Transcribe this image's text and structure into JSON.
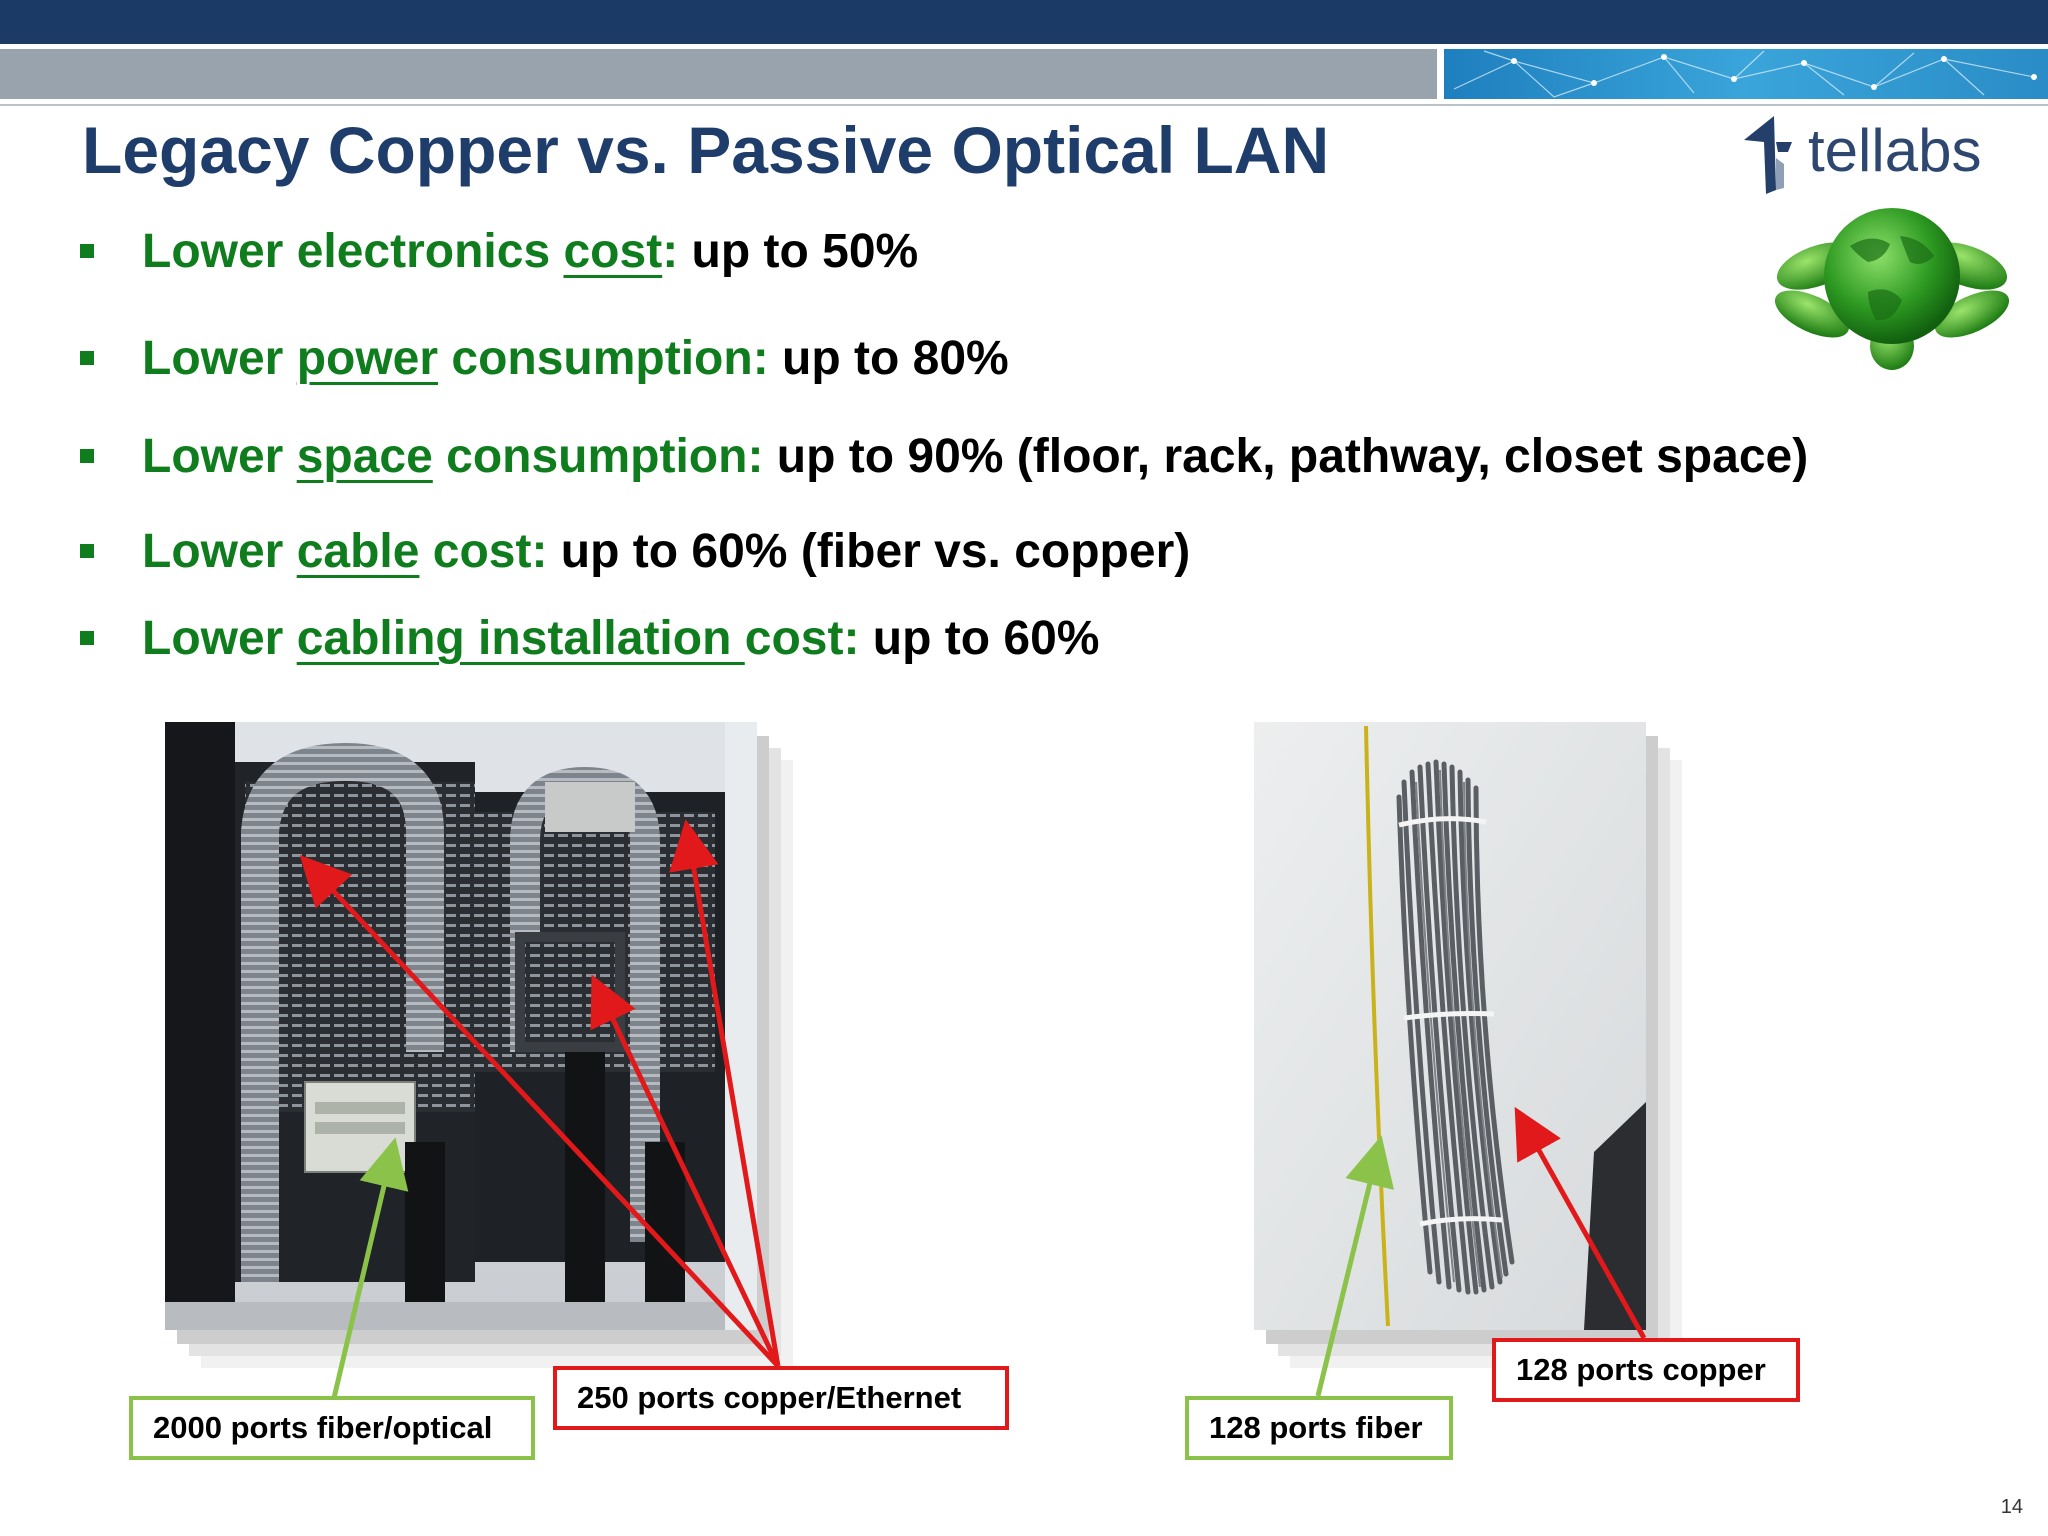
{
  "slide": {
    "title": "Legacy Copper vs. Passive Optical LAN",
    "page_number": "14"
  },
  "logo": {
    "brand": "tellabs",
    "icon": "tellabs-logo-icon",
    "globe_icon": "green-globe-leaves-icon",
    "brand_color": "#2d4770"
  },
  "bullets": [
    {
      "pre": "Lower electronics ",
      "key": "cost",
      "post": ":",
      "value": " up to 50%"
    },
    {
      "pre": "Lower ",
      "key": "power",
      "post": " consumption:",
      "value": " up to 80%"
    },
    {
      "pre": "Lower ",
      "key": "space",
      "post": " consumption:",
      "value": " up to 90% (floor, rack, pathway, closet space)"
    },
    {
      "pre": "Lower ",
      "key": "cable",
      "post": " cost:",
      "value": " up to 60% (fiber vs. copper)"
    },
    {
      "pre": "Lower ",
      "key": "cabling installation ",
      "post": "cost:",
      "value": " up to 60%"
    }
  ],
  "callouts": {
    "fiber_left": "2000 ports fiber/optical",
    "copper_left": "250 ports copper/Ethernet",
    "fiber_right": "128 ports fiber",
    "copper_right": "128 ports copper"
  },
  "colors": {
    "header_navy": "#1b3a66",
    "title_blue": "#1f3d6b",
    "bullet_green": "#0f7d1d",
    "callout_green": "#8bc34a",
    "callout_red": "#e2191a"
  }
}
